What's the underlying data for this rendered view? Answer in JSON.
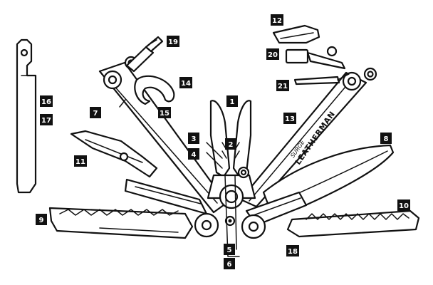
{
  "diagram": {
    "brand_text": "LEATHERMAN",
    "model_text": "SURGE",
    "callouts": [
      {
        "id": "1",
        "label": "1"
      },
      {
        "id": "2",
        "label": "2"
      },
      {
        "id": "3",
        "label": "3"
      },
      {
        "id": "4",
        "label": "4"
      },
      {
        "id": "5",
        "label": "5"
      },
      {
        "id": "6",
        "label": "6"
      },
      {
        "id": "7",
        "label": "7"
      },
      {
        "id": "8",
        "label": "8"
      },
      {
        "id": "9",
        "label": "9"
      },
      {
        "id": "10",
        "label": "10"
      },
      {
        "id": "11",
        "label": "11"
      },
      {
        "id": "12",
        "label": "12"
      },
      {
        "id": "13",
        "label": "13"
      },
      {
        "id": "14",
        "label": "14"
      },
      {
        "id": "15",
        "label": "15"
      },
      {
        "id": "16",
        "label": "16"
      },
      {
        "id": "17",
        "label": "17"
      },
      {
        "id": "18",
        "label": "18"
      },
      {
        "id": "19",
        "label": "19"
      },
      {
        "id": "20",
        "label": "20"
      },
      {
        "id": "21",
        "label": "21"
      }
    ],
    "colors": {
      "ink": "#111111",
      "paper": "#ffffff"
    }
  }
}
